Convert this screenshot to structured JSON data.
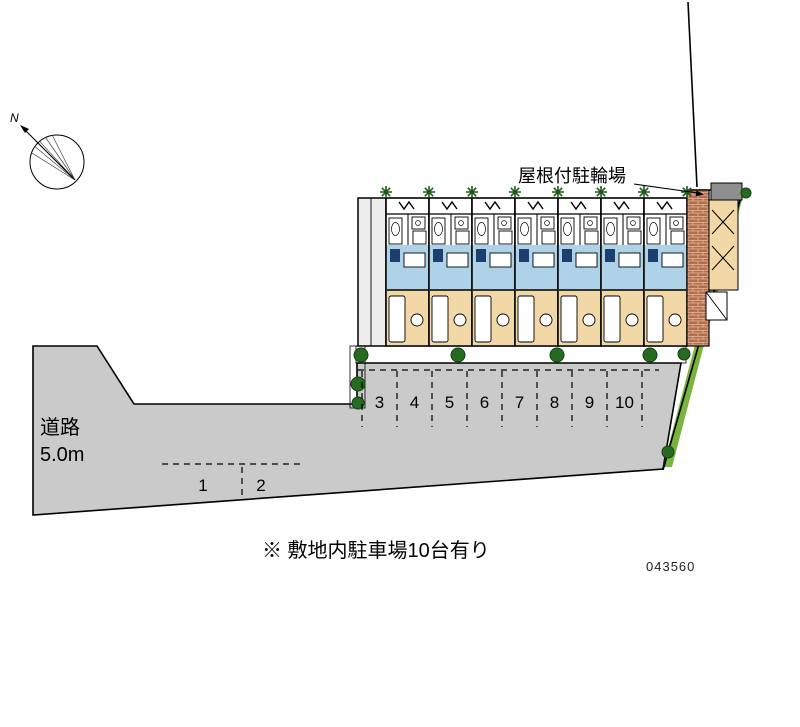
{
  "plan": {
    "id": "043560",
    "note": "※ 敷地内駐車場10台有り"
  },
  "labels": {
    "bicycle_shed": "屋根付駐輪場",
    "road": "道路",
    "road_width": "5.0m",
    "north": "N"
  },
  "parking": {
    "row": [
      "3",
      "4",
      "5",
      "6",
      "7",
      "8",
      "9",
      "10"
    ],
    "front": [
      "1",
      "2"
    ]
  },
  "building": {
    "units": 7
  },
  "colors": {
    "pavement": "#cacaca",
    "greenery": "#79b43e",
    "bush": "#266b21",
    "room_blue": "#aed3e8",
    "room_tan": "#f2d8a7",
    "brick": "#b46e4e",
    "outline": "#000000"
  }
}
